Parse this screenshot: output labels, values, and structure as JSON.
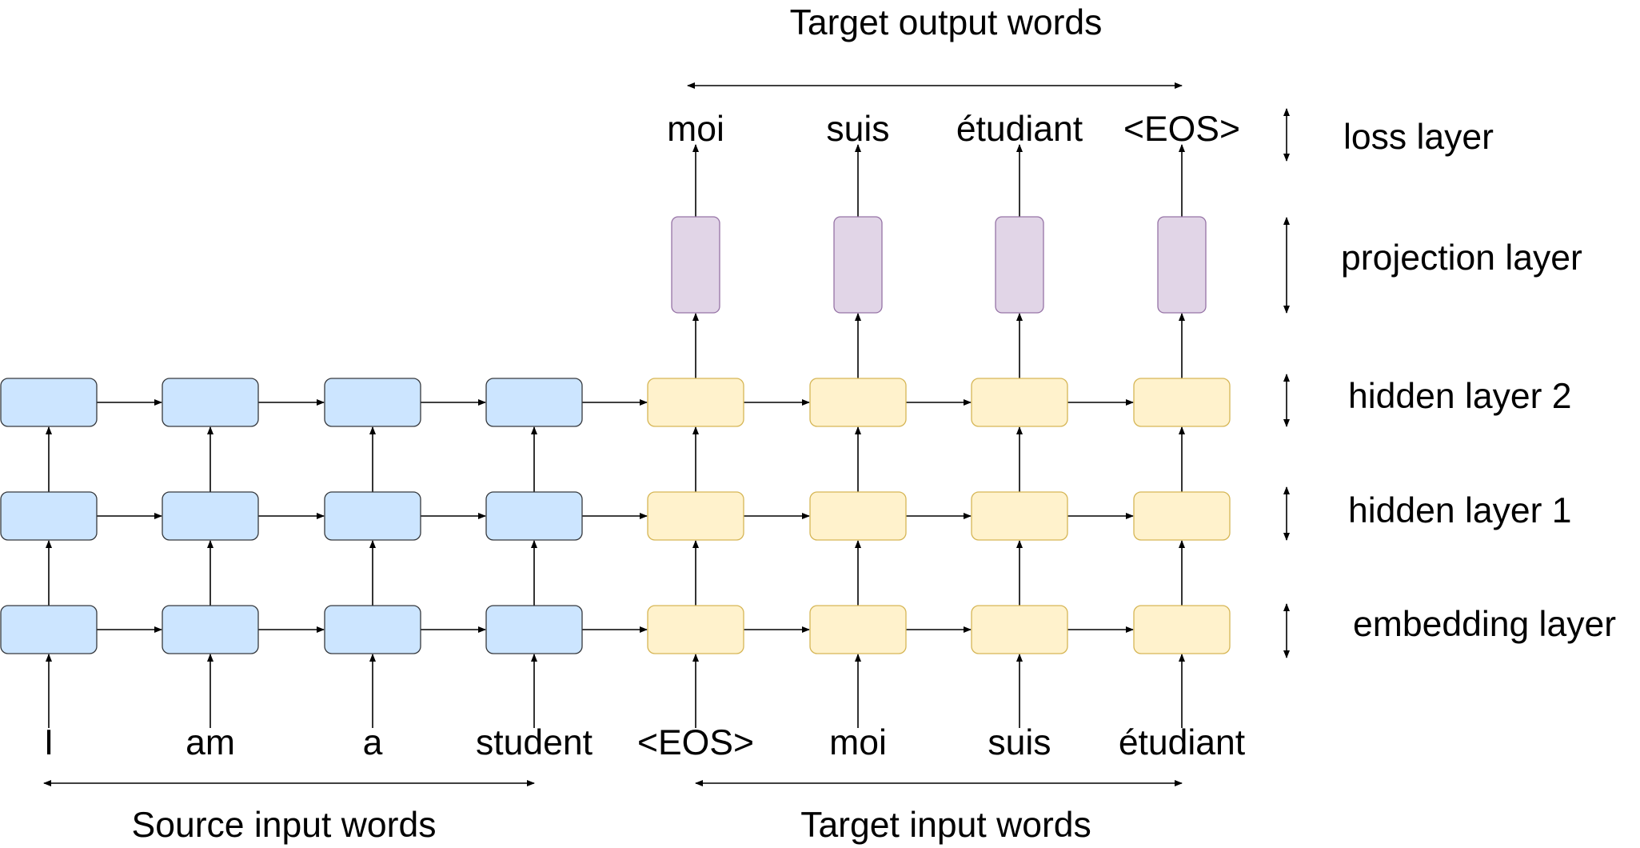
{
  "source_words": [
    "I",
    "am",
    "a",
    "student"
  ],
  "target_input_words": [
    "<EOS>",
    "moi",
    "suis",
    "étudiant"
  ],
  "target_output_words": [
    "moi",
    "suis",
    "étudiant",
    "<EOS>"
  ],
  "group_labels": {
    "target_output": "Target output words",
    "source_input": "Source input words",
    "target_input": "Target input words"
  },
  "layer_labels": {
    "loss": "loss layer",
    "projection": "projection layer",
    "hidden2": "hidden layer 2",
    "hidden1": "hidden layer 1",
    "embedding": "embedding layer"
  },
  "colors": {
    "encoder_fill": "#cce5ff",
    "encoder_stroke": "#36393d",
    "decoder_fill": "#fff2cc",
    "decoder_stroke": "#d6b656",
    "projection_fill": "#e1d5e7",
    "projection_stroke": "#9673a6",
    "line": "#000000"
  }
}
